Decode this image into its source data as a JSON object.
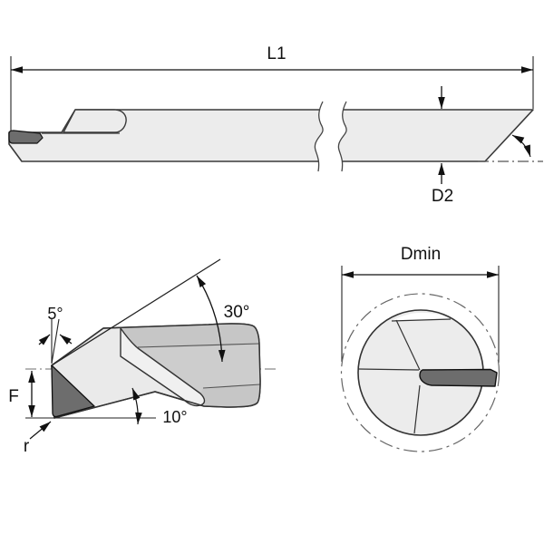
{
  "drawing": {
    "type": "tool-engineering-drawing",
    "labels": {
      "overall_length": "L1",
      "shank_diameter": "D2",
      "min_bore_diameter": "Dmin",
      "top_rake_angle": "30°",
      "front_clearance_angle": "5°",
      "end_clearance_angle": "10°",
      "tip_height": "F",
      "nose_radius": "r"
    },
    "colors": {
      "body_fill": "#ececec",
      "face_fill": "#eaeaea",
      "flute_fill": "#f0f0f0",
      "shank_shade": "#c6c6c6",
      "shank_shade_light": "#cdcdcd",
      "insert_fill": "#6d6d6d",
      "outline": "#3a3a3a",
      "dimension": "#111111",
      "centerline": "#8a8a8a"
    }
  }
}
